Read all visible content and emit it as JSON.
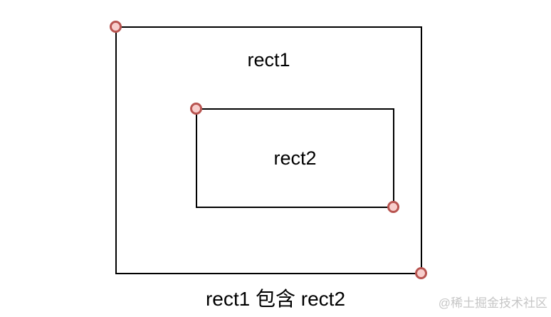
{
  "diagram": {
    "outer_rect": {
      "label": "rect1"
    },
    "inner_rect": {
      "label": "rect2"
    },
    "caption": "rect1 包含 rect2",
    "colors": {
      "line": "#000000",
      "handle_fill": "#f8cecc",
      "handle_stroke": "#b85450",
      "background": "#ffffff",
      "watermark_text": "#c6c6c6"
    }
  },
  "watermark": {
    "text": "@稀土掘金技术社区"
  }
}
